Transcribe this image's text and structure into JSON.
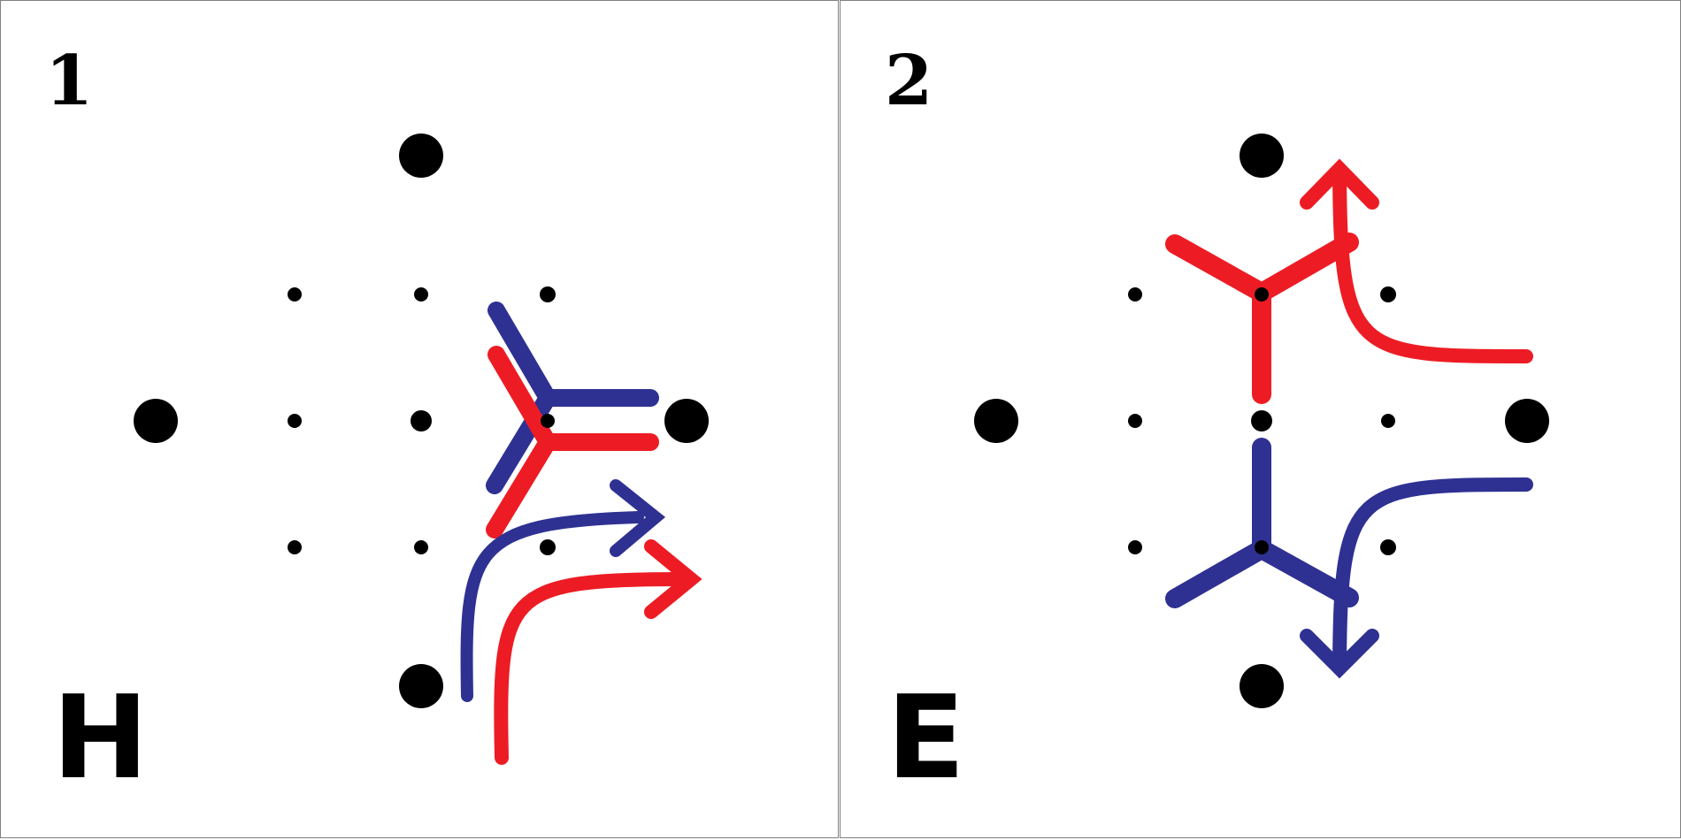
{
  "panels": [
    {
      "number": "1",
      "letter": "H"
    },
    {
      "number": "2",
      "letter": "E"
    }
  ],
  "colors": {
    "red": "#ed1c24",
    "blue": "#2e3192",
    "dot": "#000000",
    "border": "#808080"
  }
}
